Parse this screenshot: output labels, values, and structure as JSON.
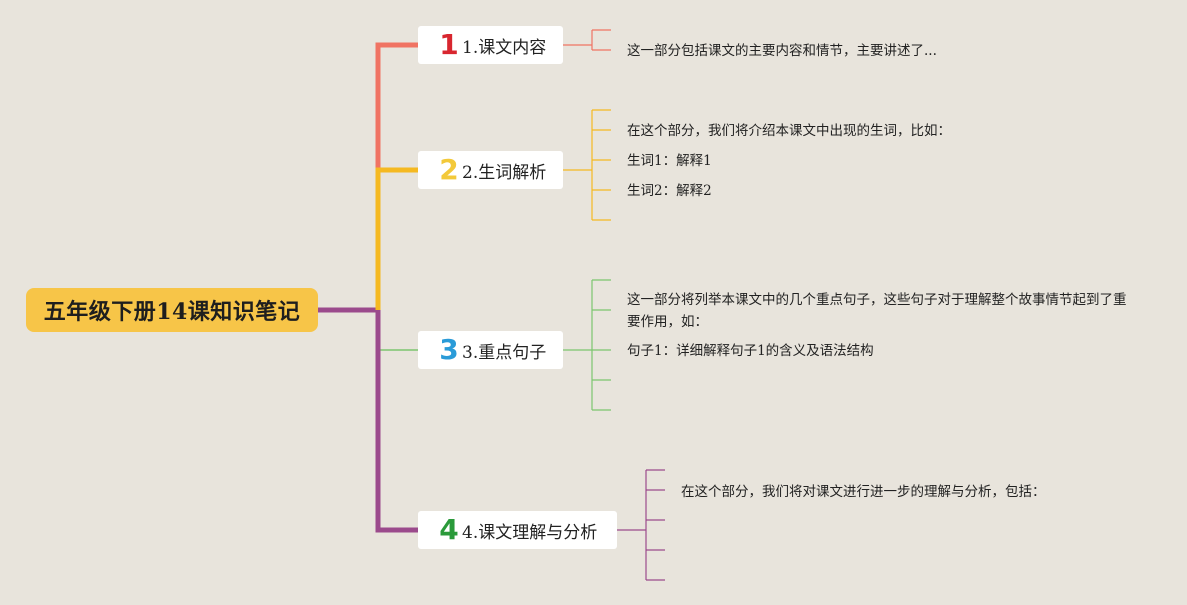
{
  "root": {
    "title": "五年级下册14课知识笔记"
  },
  "branches": [
    {
      "index": "1",
      "label": "1.课文内容",
      "color": "#f07363",
      "num_color": "#d8262f",
      "notes": [
        "这一部分包括课文的主要内容和情节，主要讲述了..."
      ]
    },
    {
      "index": "2",
      "label": "2.生词解析",
      "color": "#f5b921",
      "num_color": "#f3c93a",
      "notes": [
        "在这个部分，我们将介绍本课文中出现的生词，比如：",
        "生词1：解释1",
        "生词2：解释2"
      ]
    },
    {
      "index": "3",
      "label": "3.重点句子",
      "color": "#7cc56e",
      "num_color": "#2a9bd8",
      "notes": [
        "这一部分将列举本课文中的几个重点句子，这些句子对于理解整个故事情节起到了重要作用，如：",
        "句子1：详细解释句子1的含义及语法结构"
      ]
    },
    {
      "index": "4",
      "label": "4.课文理解与分析",
      "color": "#9b4a8c",
      "num_color": "#2a9a3a",
      "notes": [
        "在这个部分，我们将对课文进行进一步的理解与分析，包括："
      ]
    }
  ]
}
